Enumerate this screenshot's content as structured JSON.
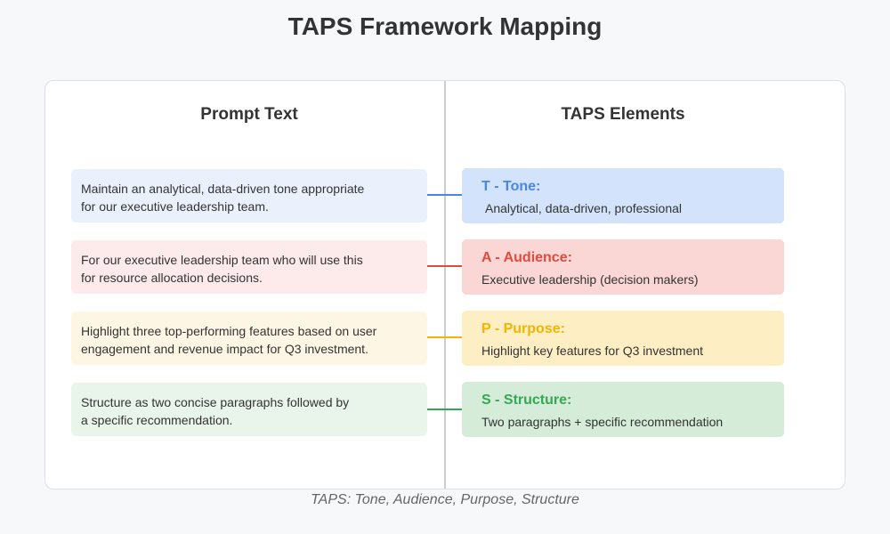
{
  "title": "TAPS Framework Mapping",
  "columns": {
    "left": "Prompt Text",
    "right": "TAPS Elements"
  },
  "rows": [
    {
      "prompt_lines": [
        "Maintain an analytical, data-driven tone appropriate",
        "for our executive leadership team."
      ],
      "label": "T - Tone:",
      "description": "Analytical, data-driven, professional",
      "accent": "#4a86e8",
      "prompt_bg": "#eaf1fd",
      "element_bg": "#d4e3fc"
    },
    {
      "prompt_lines": [
        "For our executive leadership team who will use this",
        "for resource allocation decisions."
      ],
      "label": "A - Audience:",
      "description": "Executive leadership (decision makers)",
      "accent": "#e04b3d",
      "prompt_bg": "#fdeaea",
      "element_bg": "#fad6d4"
    },
    {
      "prompt_lines": [
        "Highlight three top-performing features based on user",
        "engagement and revenue impact for Q3 investment."
      ],
      "label": "P - Purpose:",
      "description": "Highlight key features for Q3 investment",
      "accent": "#f4b400",
      "prompt_bg": "#fef6e4",
      "element_bg": "#fdeec4"
    },
    {
      "prompt_lines": [
        "Structure as two concise paragraphs followed by",
        "a specific recommendation."
      ],
      "label": "S - Structure:",
      "description": "Two paragraphs + specific recommendation",
      "accent": "#34a853",
      "prompt_bg": "#e9f4ea",
      "element_bg": "#d4ecd8"
    }
  ],
  "footer": "TAPS: Tone, Audience, Purpose, Structure"
}
